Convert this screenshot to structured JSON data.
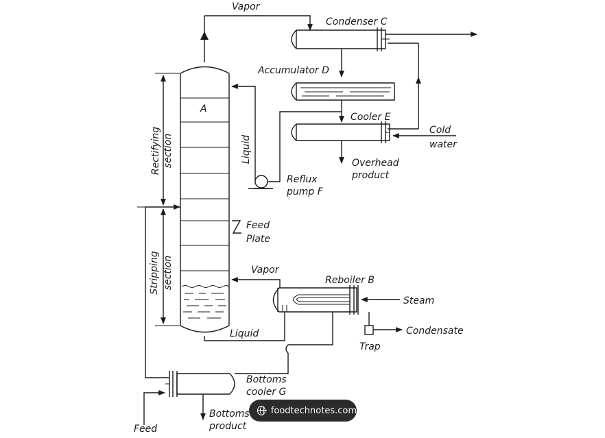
{
  "labels": {
    "vapor_top": "Vapor",
    "condenser": "Condenser C",
    "accumulator": "Accumulator D",
    "cooler": "Cooler E",
    "cold": "Cold",
    "water": "water",
    "overhead_1": "Overhead",
    "overhead_2": "product",
    "reflux_1": "Reflux",
    "reflux_2": "pump F",
    "liquid_reflux": "Liquid",
    "column": "A",
    "rectifying_1": "Rectifying",
    "rectifying_2": "section",
    "stripping_1": "Stripping",
    "stripping_2": "section",
    "feed_plate_1": "Feed",
    "feed_plate_2": "Plate",
    "vapor_reboiler": "Vapor",
    "reboiler": "Reboiler B",
    "steam": "Steam",
    "condensate": "Condensate",
    "trap": "Trap",
    "liquid_bottom": "Liquid",
    "bottoms_cooler_1": "Bottoms",
    "bottoms_cooler_2": "cooler G",
    "bottoms_product_1": "Bottoms",
    "bottoms_product_2": "product",
    "feed": "Feed"
  },
  "watermark": {
    "text": "foodtechnotes.com",
    "icon": "globe-icon"
  }
}
